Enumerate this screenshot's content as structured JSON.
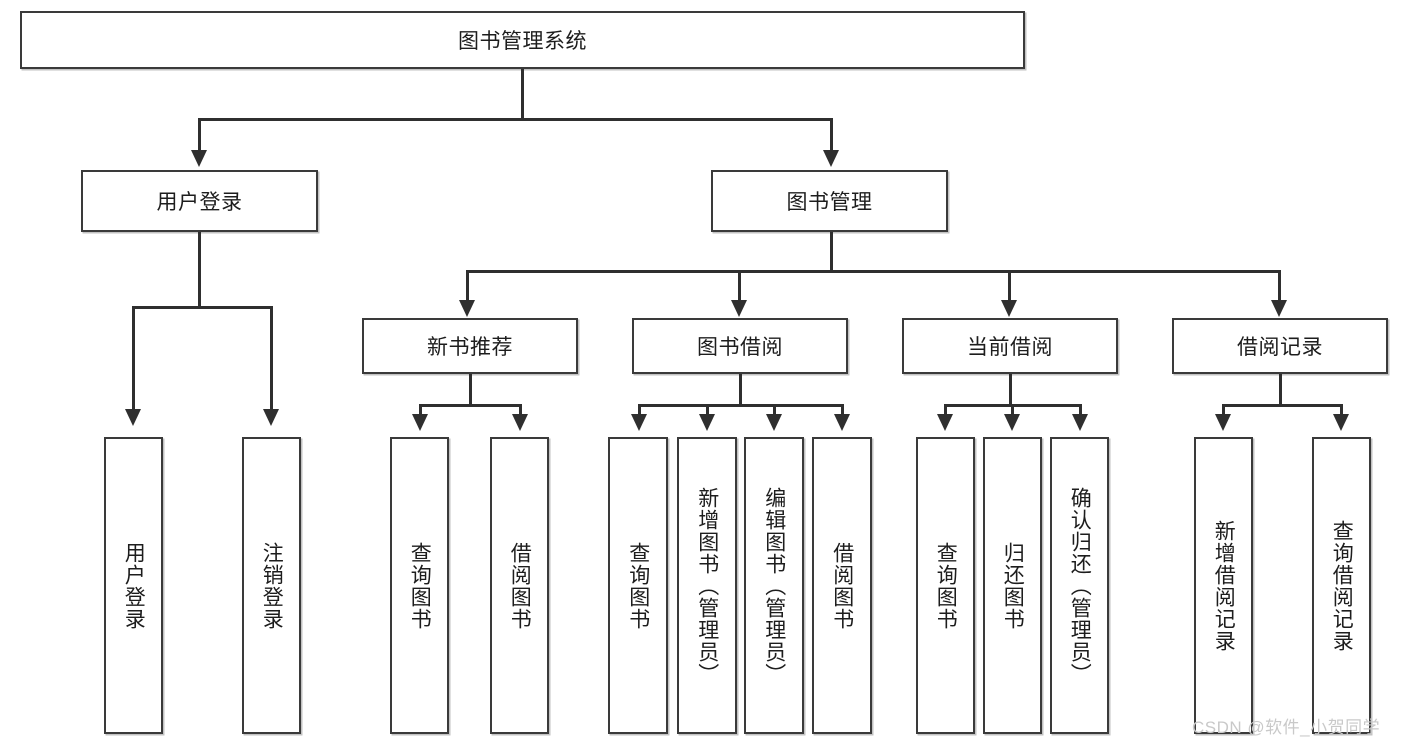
{
  "diagram": {
    "type": "tree-hierarchy-diagram",
    "title": "图书管理系统",
    "root": {
      "id": "root",
      "label": "图书管理系统"
    },
    "level1": [
      {
        "id": "user-login",
        "label": "用户登录"
      },
      {
        "id": "book-manage",
        "label": "图书管理"
      }
    ],
    "level2": [
      {
        "id": "new-book-recommend",
        "label": "新书推荐",
        "parent": "book-manage"
      },
      {
        "id": "book-borrow",
        "label": "图书借阅",
        "parent": "book-manage"
      },
      {
        "id": "current-borrow",
        "label": "当前借阅",
        "parent": "book-manage"
      },
      {
        "id": "borrow-record",
        "label": "借阅记录",
        "parent": "book-manage"
      }
    ],
    "leaves": {
      "user_login": [
        {
          "id": "leaf-user-login",
          "label": "用户登录"
        },
        {
          "id": "leaf-logout",
          "label": "注销登录"
        }
      ],
      "new_book_recommend": [
        {
          "id": "leaf-query-book-1",
          "label": "查询图书"
        },
        {
          "id": "leaf-borrow-book-1",
          "label": "借阅图书"
        }
      ],
      "book_borrow": [
        {
          "id": "leaf-query-book-2",
          "label": "查询图书"
        },
        {
          "id": "leaf-add-book",
          "label": "新增图书（管理员）"
        },
        {
          "id": "leaf-edit-book",
          "label": "编辑图书（管理员）"
        },
        {
          "id": "leaf-borrow-book-2",
          "label": "借阅图书"
        }
      ],
      "current_borrow": [
        {
          "id": "leaf-query-book-3",
          "label": "查询图书"
        },
        {
          "id": "leaf-return-book",
          "label": "归还图书"
        },
        {
          "id": "leaf-confirm-return",
          "label": "确认归还（管理员）"
        }
      ],
      "borrow_record": [
        {
          "id": "leaf-add-record",
          "label": "新增借阅记录"
        },
        {
          "id": "leaf-query-record",
          "label": "查询借阅记录"
        }
      ]
    }
  },
  "watermark": {
    "text": "CSDN @软件_小贺同学"
  },
  "colors": {
    "border": "#3a3a3a",
    "edge": "#2f2f2f",
    "background": "#ffffff",
    "text": "#1d1d1d",
    "watermark": "#c9c9c9"
  }
}
